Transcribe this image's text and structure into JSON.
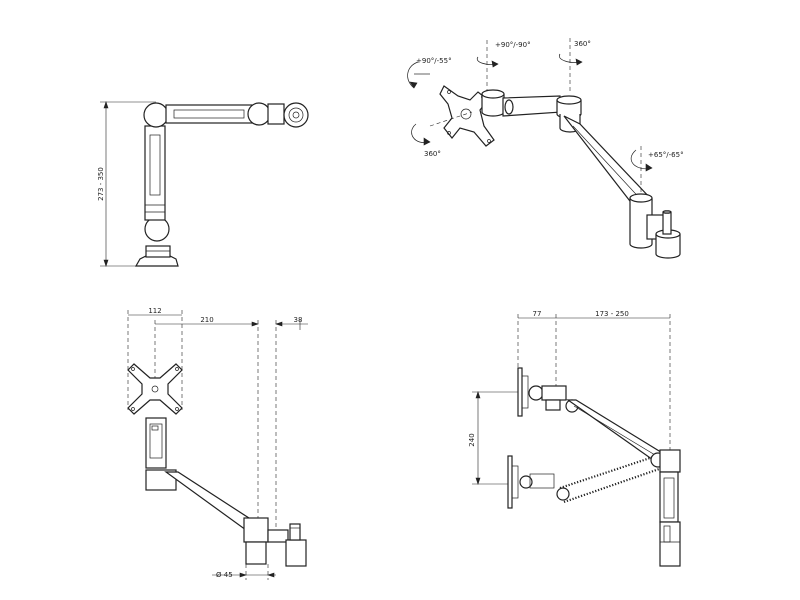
{
  "labels": {
    "side_height": "273 - 350",
    "iso_tilt": "+90°/-55°",
    "iso_rot1": "+90°/-90°",
    "iso_rot2": "360°",
    "iso_rot3": "360°",
    "iso_rot4": "+65°/-65°",
    "top_w1": "112",
    "top_w2": "210",
    "top_w3": "38",
    "top_diam": "Ø 45",
    "sv_w1": "77",
    "sv_w2": "173 - 250",
    "sv_h": "240"
  },
  "colors": {
    "line": "#222222",
    "fill": "#ffffff"
  }
}
